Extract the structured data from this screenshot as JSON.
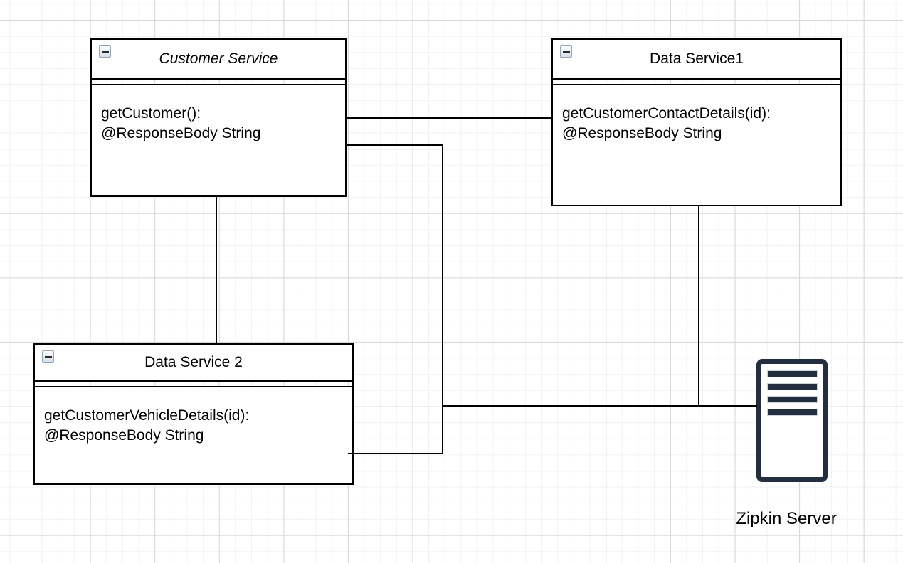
{
  "diagram": {
    "nodes": [
      {
        "title": "Customer Service",
        "title_style": "italic",
        "collapse_icon": "minus-icon",
        "methods": [
          "getCustomer():",
          "@ResponseBody String"
        ]
      },
      {
        "title": "Data Service1",
        "title_style": "normal",
        "collapse_icon": "minus-icon",
        "methods": [
          "getCustomerContactDetails(id):",
          "@ResponseBody String"
        ]
      },
      {
        "title": "Data Service 2",
        "title_style": "normal",
        "collapse_icon": "minus-icon",
        "methods": [
          "getCustomerVehicleDetails(id):",
          "@ResponseBody String"
        ]
      }
    ],
    "zipkin": {
      "label": "Zipkin Server",
      "icon": "server-icon",
      "color": "#232f3e"
    },
    "colors": {
      "edge": "#000000",
      "node_border": "#000000",
      "node_fill": "#ffffff",
      "grid_minor": "#f1f2f3",
      "grid_major": "#d6d8da"
    }
  }
}
